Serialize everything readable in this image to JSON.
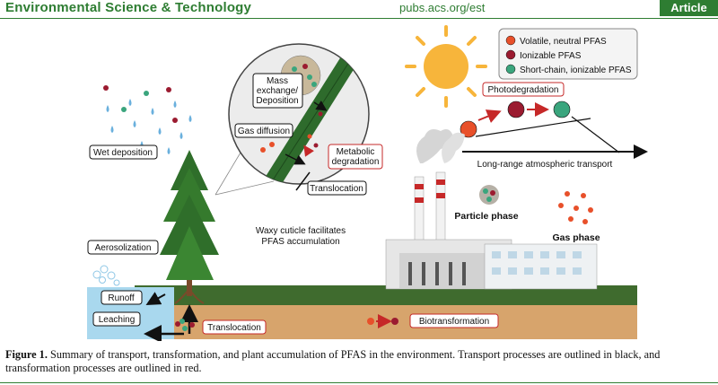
{
  "header": {
    "journal": "Environmental Science & Technology",
    "url": "pubs.acs.org/est",
    "article_type": "Article"
  },
  "legend": {
    "items": [
      {
        "label": "Volatile, neutral PFAS",
        "color": "#e8502a"
      },
      {
        "label": "Ionizable PFAS",
        "color": "#9b1b30"
      },
      {
        "label": "Short-chain, ionizable PFAS",
        "color": "#3aa57d"
      }
    ]
  },
  "labels": {
    "wet_deposition": "Wet deposition",
    "aerosolization": "Aerosolization",
    "runoff": "Runoff",
    "leaching": "Leaching",
    "translocation_ground": "Translocation",
    "biotransformation": "Biotransformation",
    "mass_exchange_1": "Mass",
    "mass_exchange_2": "exchange/",
    "mass_exchange_3": "Deposition",
    "gas_diffusion": "Gas diffusion",
    "metabolic_1": "Metabolic",
    "metabolic_2": "degradation",
    "translocation_leaf": "Translocation",
    "waxy_1": "Waxy cuticle facilitates",
    "waxy_2": "PFAS accumulation",
    "photodegradation": "Photodegradation",
    "long_range": "Long-range atmospheric transport",
    "particle_phase": "Particle phase",
    "gas_phase": "Gas phase"
  },
  "caption": {
    "figure_label": "Figure 1.",
    "text": " Summary of transport, transformation, and plant accumulation of PFAS in the environment. Transport processes are outlined in black, and transformation processes are outlined in red."
  },
  "colors": {
    "brand_green": "#2e7d32",
    "ground_green": "#3f6b2e",
    "soil": "#d7a46c",
    "water": "#a9d8ee",
    "sun": "#f7b53b",
    "transport_outline": "#111111",
    "transform_outline": "#c62828"
  }
}
